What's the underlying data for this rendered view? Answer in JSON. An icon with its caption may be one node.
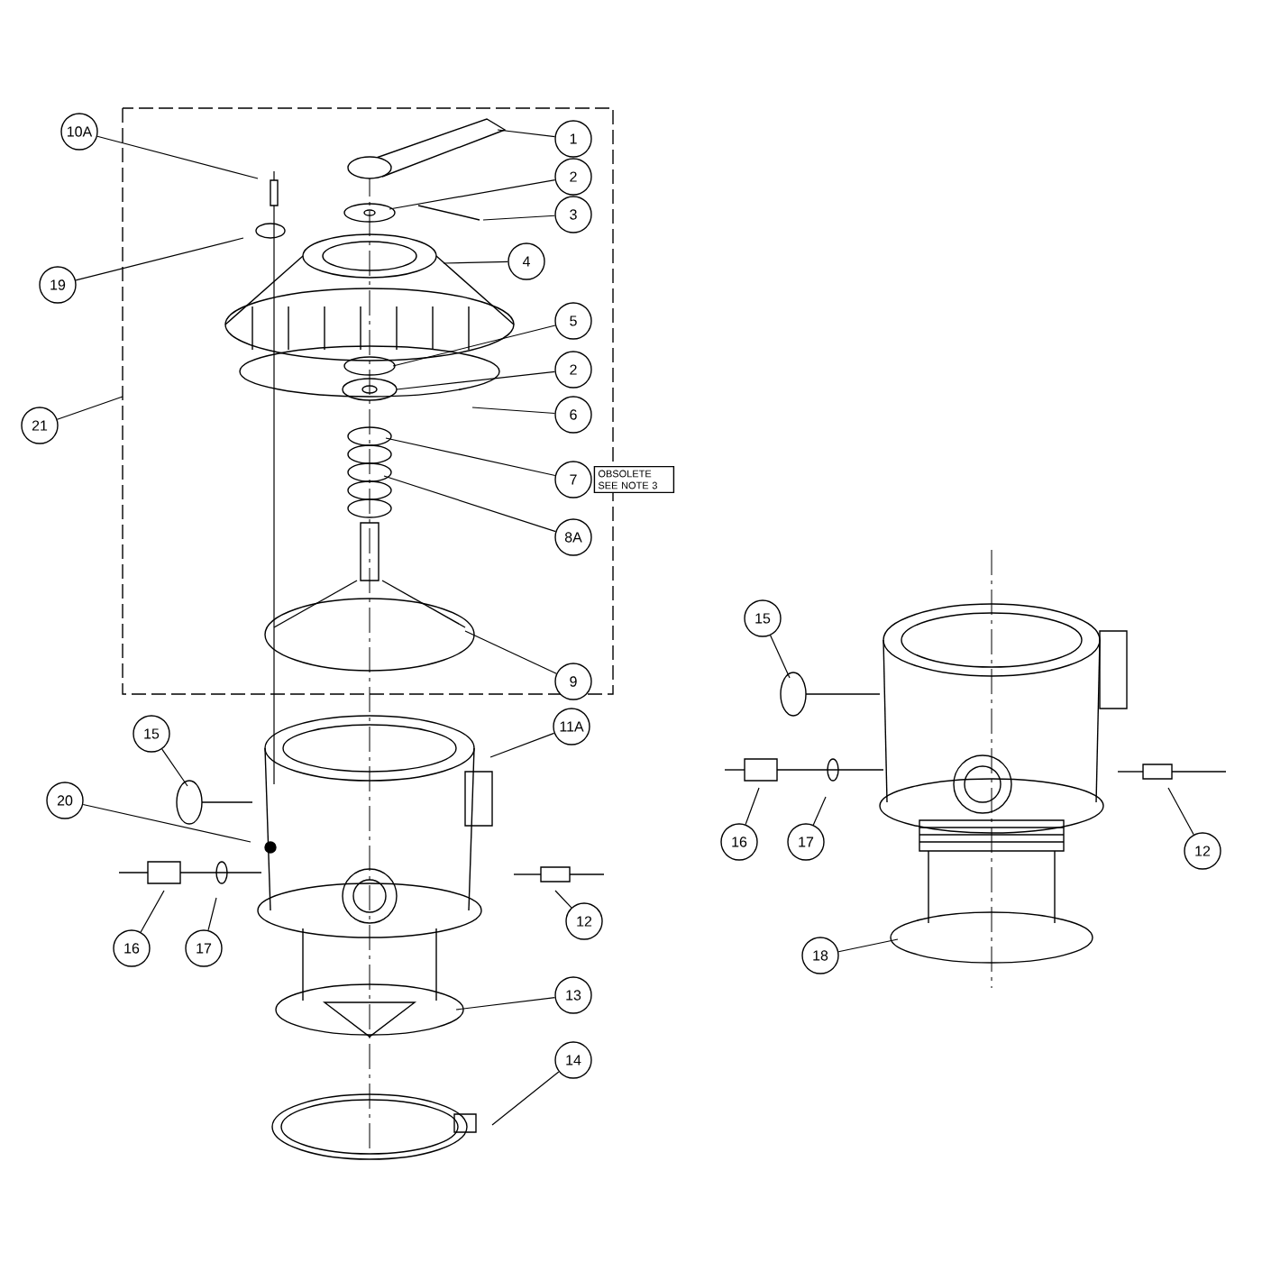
{
  "diagram": {
    "nodes": [
      {
        "text": [
          "10A"
        ]
      },
      {
        "text": [
          "1"
        ]
      },
      {
        "text": [
          "2"
        ]
      },
      {
        "text": [
          "3"
        ]
      },
      {
        "text": [
          "4"
        ]
      },
      {
        "text": [
          "5"
        ]
      },
      {
        "text": [
          "2"
        ]
      },
      {
        "text": [
          "6"
        ]
      },
      {
        "text": [
          "7"
        ],
        "beside": [
          "OBSOLETE SEE NOTE 3"
        ]
      },
      {
        "text": [
          "8A"
        ]
      },
      {
        "text": [
          "9"
        ]
      },
      {
        "text": [
          "19"
        ]
      },
      {
        "text": [
          "21"
        ]
      },
      {
        "text": [
          "11A"
        ]
      },
      {
        "text": [
          "15"
        ]
      },
      {
        "text": [
          "20"
        ]
      },
      {
        "text": [
          "16"
        ]
      },
      {
        "text": [
          "17"
        ]
      },
      {
        "text": [
          "12"
        ]
      },
      {
        "text": [
          "13"
        ]
      },
      {
        "text": [
          "14"
        ]
      },
      {
        "text": [
          "15"
        ]
      },
      {
        "text": [
          "16"
        ]
      },
      {
        "text": [
          "17"
        ]
      },
      {
        "text": [
          "12"
        ]
      },
      {
        "text": [
          "18"
        ]
      }
    ],
    "edges": [
      {
        "from": 0,
        "to": null,
        "arrow": "none"
      },
      {
        "from": 1,
        "to": null,
        "arrow": "none"
      },
      {
        "from": 2,
        "to": null,
        "arrow": "none"
      },
      {
        "from": 3,
        "to": null,
        "arrow": "none"
      },
      {
        "from": 4,
        "to": null,
        "arrow": "none"
      },
      {
        "from": 5,
        "to": null,
        "arrow": "none"
      },
      {
        "from": 6,
        "to": null,
        "arrow": "none"
      },
      {
        "from": 7,
        "to": null,
        "arrow": "none"
      },
      {
        "from": 8,
        "to": null,
        "arrow": "none"
      },
      {
        "from": 9,
        "to": null,
        "arrow": "none"
      },
      {
        "from": 10,
        "to": null,
        "arrow": "none"
      },
      {
        "from": 11,
        "to": null,
        "arrow": "none"
      },
      {
        "from": 12,
        "to": null,
        "arrow": "none"
      },
      {
        "from": 13,
        "to": null,
        "arrow": "none"
      },
      {
        "from": 14,
        "to": null,
        "arrow": "none"
      },
      {
        "from": 15,
        "to": null,
        "arrow": "none"
      },
      {
        "from": 16,
        "to": null,
        "arrow": "none"
      },
      {
        "from": 17,
        "to": null,
        "arrow": "none"
      },
      {
        "from": 18,
        "to": null,
        "arrow": "none"
      },
      {
        "from": 19,
        "to": null,
        "arrow": "none"
      },
      {
        "from": 20,
        "to": null,
        "arrow": "none"
      },
      {
        "from": 21,
        "to": null,
        "arrow": "none"
      },
      {
        "from": 22,
        "to": null,
        "arrow": "none"
      },
      {
        "from": 23,
        "to": null,
        "arrow": "none"
      },
      {
        "from": 24,
        "to": null,
        "arrow": "none"
      },
      {
        "from": 25,
        "to": null,
        "arrow": "none"
      }
    ]
  }
}
